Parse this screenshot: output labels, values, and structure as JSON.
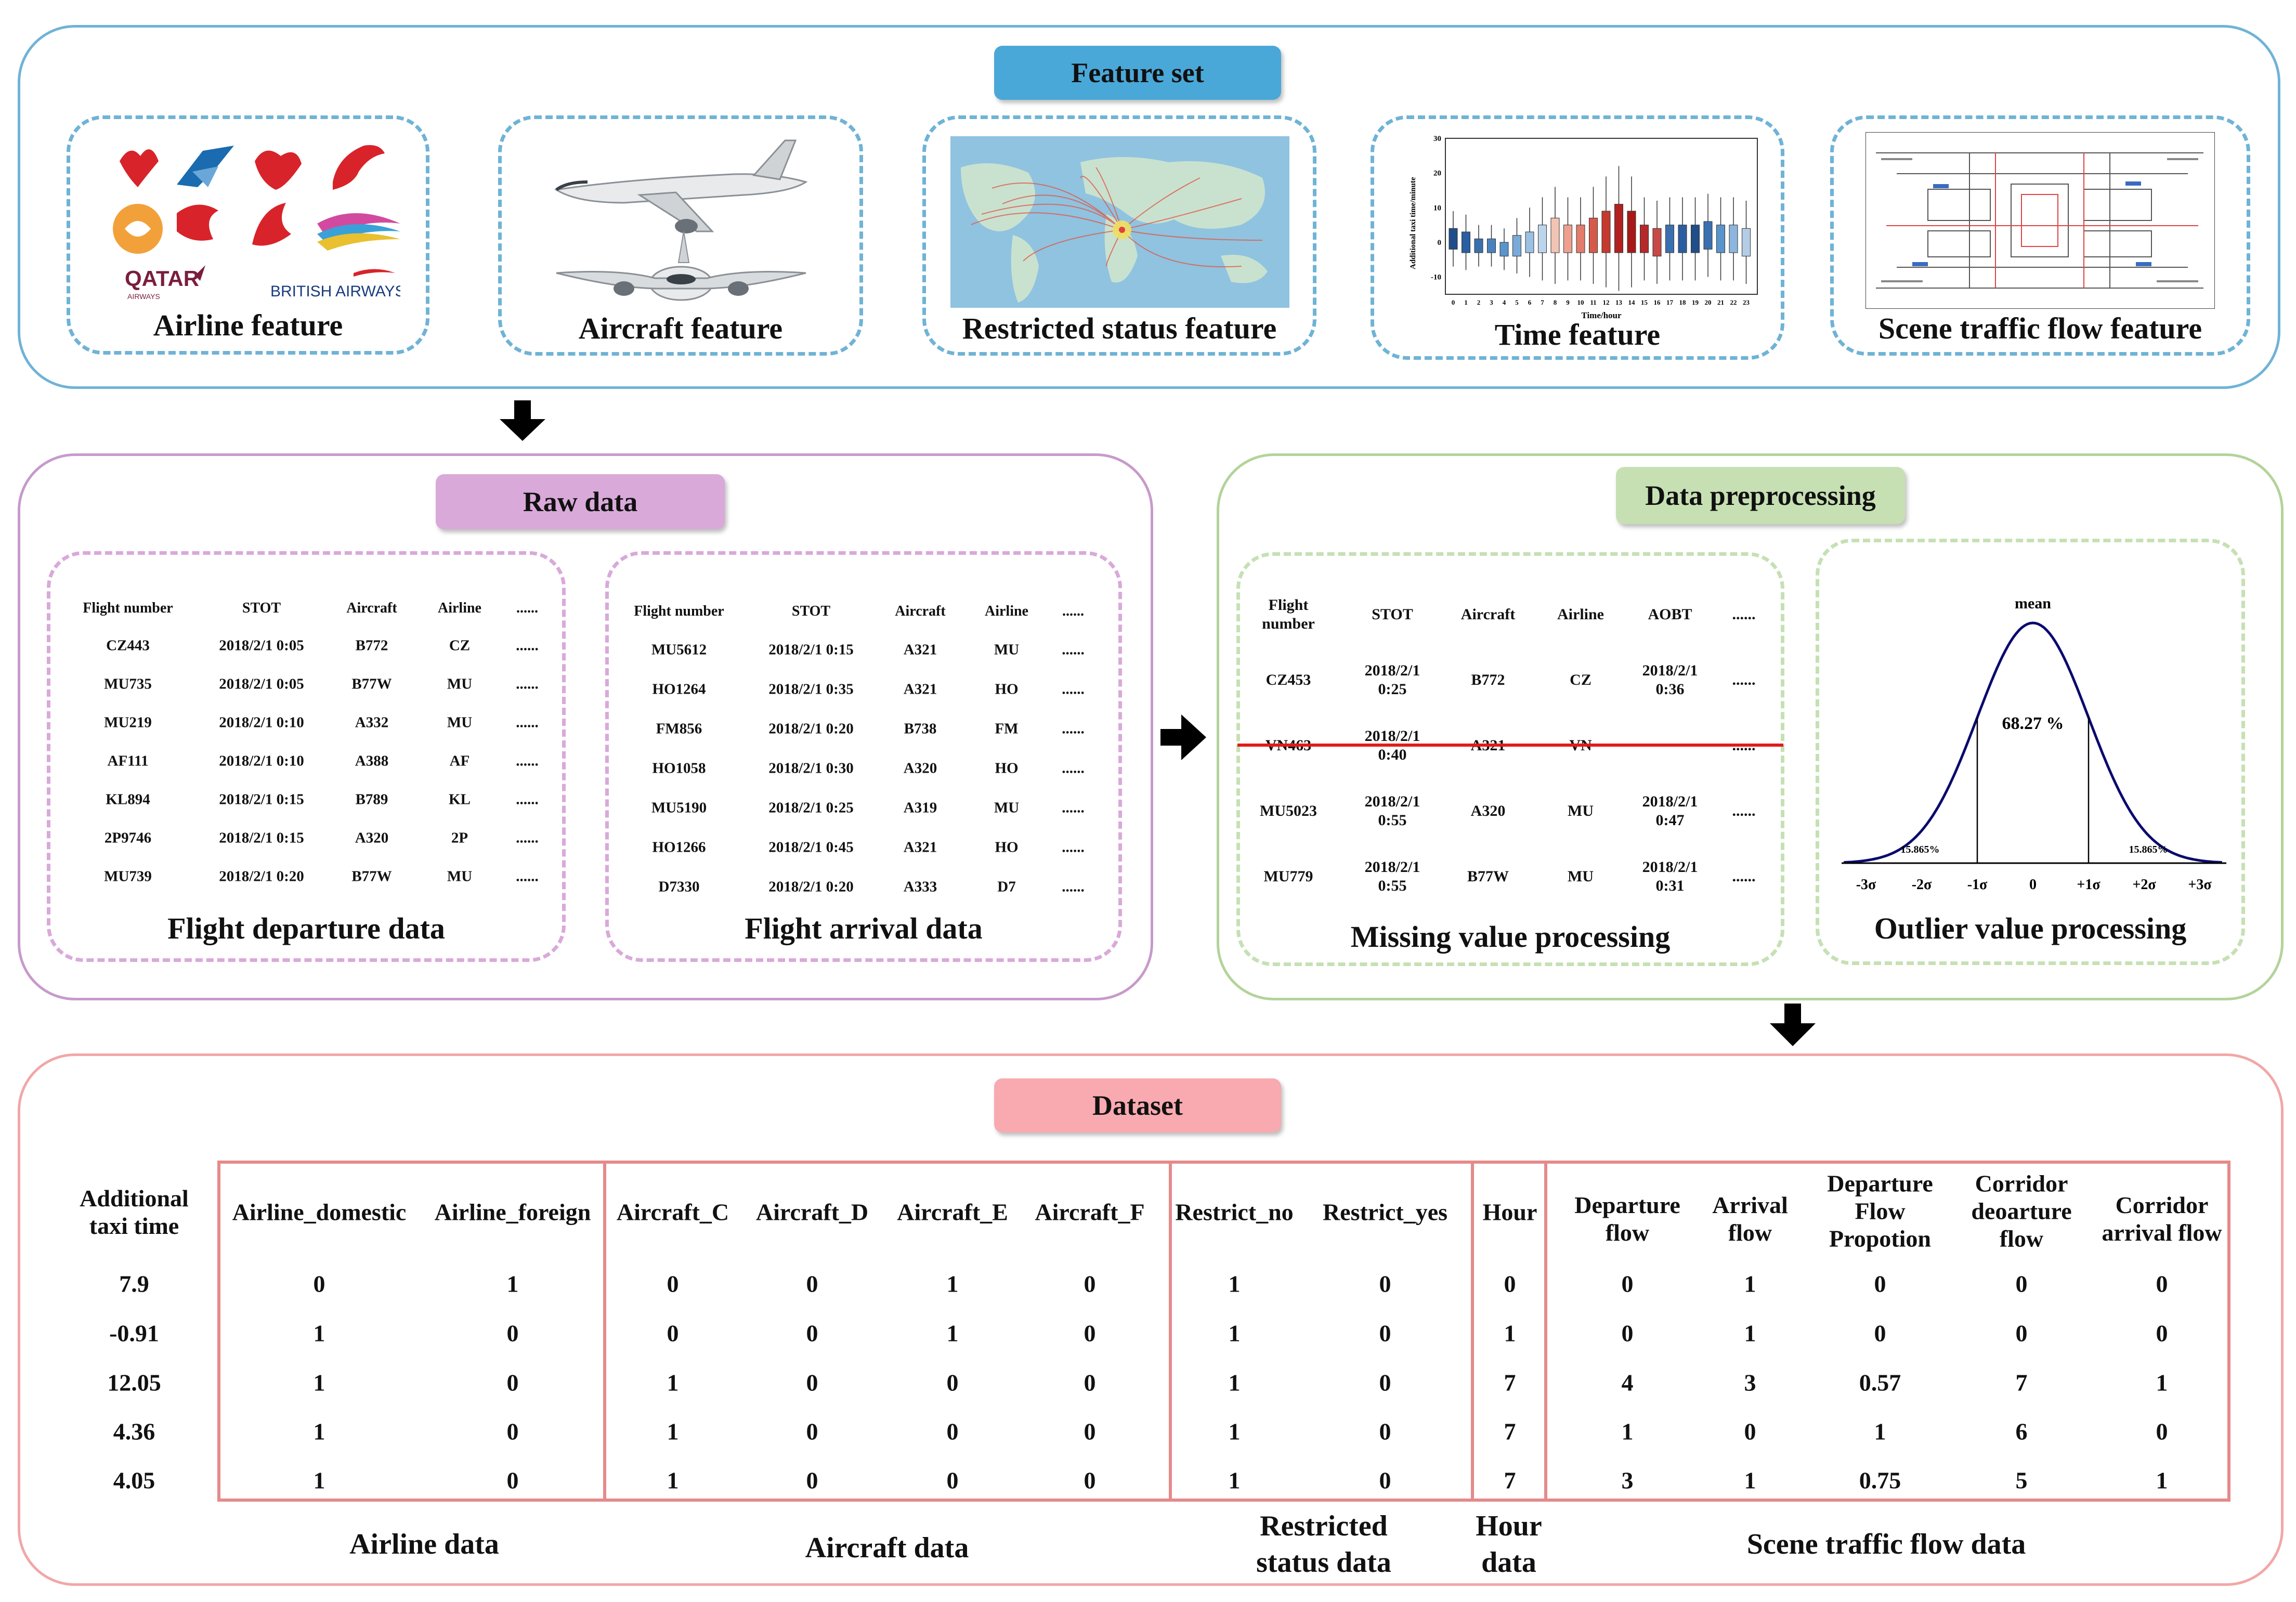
{
  "feature_set": {
    "title": "Feature set",
    "cards": [
      {
        "caption": "Airline feature"
      },
      {
        "caption": "Aircraft feature"
      },
      {
        "caption": "Restricted status feature"
      },
      {
        "caption": "Time feature"
      },
      {
        "caption": "Scene traffic flow feature"
      }
    ],
    "logos": {
      "qatar": "QATAR",
      "qatar_sub": "AIRWAYS",
      "british": "BRITISH AIRWAYS"
    },
    "time_chart": {
      "ylabel": "Additional taxi time/minute",
      "xlabel": "Time/hour",
      "yticks": [
        "30",
        "20",
        "10",
        "0",
        "-10"
      ],
      "xticks": [
        "0",
        "1",
        "2",
        "3",
        "4",
        "5",
        "6",
        "7",
        "8",
        "9",
        "10",
        "11",
        "12",
        "13",
        "14",
        "15",
        "16",
        "17",
        "18",
        "19",
        "20",
        "21",
        "22",
        "23"
      ]
    }
  },
  "raw_data": {
    "title": "Raw data",
    "departure": {
      "caption": "Flight departure data",
      "headers": [
        "Flight number",
        "STOT",
        "Aircraft",
        "Airline",
        "......"
      ],
      "rows": [
        [
          "CZ443",
          "2018/2/1 0:05",
          "B772",
          "CZ",
          "......"
        ],
        [
          "MU735",
          "2018/2/1 0:05",
          "B77W",
          "MU",
          "......"
        ],
        [
          "MU219",
          "2018/2/1 0:10",
          "A332",
          "MU",
          "......"
        ],
        [
          "AF111",
          "2018/2/1 0:10",
          "A388",
          "AF",
          "......"
        ],
        [
          "KL894",
          "2018/2/1 0:15",
          "B789",
          "KL",
          "......"
        ],
        [
          "2P9746",
          "2018/2/1 0:15",
          "A320",
          "2P",
          "......"
        ],
        [
          "MU739",
          "2018/2/1 0:20",
          "B77W",
          "MU",
          "......"
        ]
      ]
    },
    "arrival": {
      "caption": "Flight arrival data",
      "headers": [
        "Flight number",
        "STOT",
        "Aircraft",
        "Airline",
        "......"
      ],
      "rows": [
        [
          "MU5612",
          "2018/2/1 0:15",
          "A321",
          "MU",
          "......"
        ],
        [
          "HO1264",
          "2018/2/1 0:35",
          "A321",
          "HO",
          "......"
        ],
        [
          "FM856",
          "2018/2/1 0:20",
          "B738",
          "FM",
          "......"
        ],
        [
          "HO1058",
          "2018/2/1 0:30",
          "A320",
          "HO",
          "......"
        ],
        [
          "MU5190",
          "2018/2/1 0:25",
          "A319",
          "MU",
          "......"
        ],
        [
          "HO1266",
          "2018/2/1 0:45",
          "A321",
          "HO",
          "......"
        ],
        [
          "D7330",
          "2018/2/1 0:20",
          "A333",
          "D7",
          "......"
        ]
      ]
    }
  },
  "preprocessing": {
    "title": "Data preprocessing",
    "missing": {
      "caption": "Missing value processing",
      "headers": [
        "Flight\nnumber",
        "STOT",
        "Aircraft",
        "Airline",
        "AOBT",
        "......"
      ],
      "rows": [
        [
          "CZ453",
          "2018/2/1\n0:25",
          "B772",
          "CZ",
          "2018/2/1\n0:36",
          "......"
        ],
        [
          "VN463",
          "2018/2/1\n0:40",
          "A321",
          "VN",
          "",
          "......"
        ],
        [
          "MU5023",
          "2018/2/1\n0:55",
          "A320",
          "MU",
          "2018/2/1\n0:47",
          "......"
        ],
        [
          "MU779",
          "2018/2/1\n0:55",
          "B77W",
          "MU",
          "2018/2/1\n0:31",
          "......"
        ]
      ]
    },
    "outlier": {
      "caption": "Outlier value processing",
      "mean_label": "mean",
      "center_pct": "68.27 %",
      "left_pct": "15.865%",
      "right_pct": "15.865%",
      "ticks": [
        "-3σ",
        "-2σ",
        "-1σ",
        "0",
        "+1σ",
        "+2σ",
        "+3σ"
      ]
    }
  },
  "dataset": {
    "title": "Dataset",
    "headers": [
      "Additional\ntaxi time",
      "Airline_domestic",
      "Airline_foreign",
      "Aircraft_C",
      "Aircraft_D",
      "Aircraft_E",
      "Aircraft_F",
      "Restrict_no",
      "Restrict_yes",
      "Hour",
      "Departure\nflow",
      "Arrival\nflow",
      "Departure\nFlow\nPropotion",
      "Corridor\ndeoarture\nflow",
      "Corridor\narrival flow"
    ],
    "rows": [
      [
        "7.9",
        "0",
        "1",
        "0",
        "0",
        "1",
        "0",
        "1",
        "0",
        "0",
        "0",
        "1",
        "0",
        "0",
        "0"
      ],
      [
        "-0.91",
        "1",
        "0",
        "0",
        "0",
        "1",
        "0",
        "1",
        "0",
        "1",
        "0",
        "1",
        "0",
        "0",
        "0"
      ],
      [
        "12.05",
        "1",
        "0",
        "1",
        "0",
        "0",
        "0",
        "1",
        "0",
        "7",
        "4",
        "3",
        "0.57",
        "7",
        "1"
      ],
      [
        "4.36",
        "1",
        "0",
        "1",
        "0",
        "0",
        "0",
        "1",
        "0",
        "7",
        "1",
        "0",
        "1",
        "6",
        "0"
      ],
      [
        "4.05",
        "1",
        "0",
        "1",
        "0",
        "0",
        "0",
        "1",
        "0",
        "7",
        "3",
        "1",
        "0.75",
        "5",
        "1"
      ]
    ],
    "groups": [
      "Airline data",
      "Aircraft data",
      "Restricted\nstatus data",
      "Hour\ndata",
      "Scene traffic flow data"
    ]
  },
  "colors": {
    "feature_border": "#6fb3d6",
    "feature_header": "#4aa8d8",
    "raw_border": "#c79acb",
    "raw_header": "#d9a9d9",
    "prep_border": "#b3d39a",
    "prep_header": "#c6e0b4",
    "dataset_border": "#f2a7a7",
    "dataset_header": "#f8aab0",
    "table_border": "#e58a8a"
  }
}
